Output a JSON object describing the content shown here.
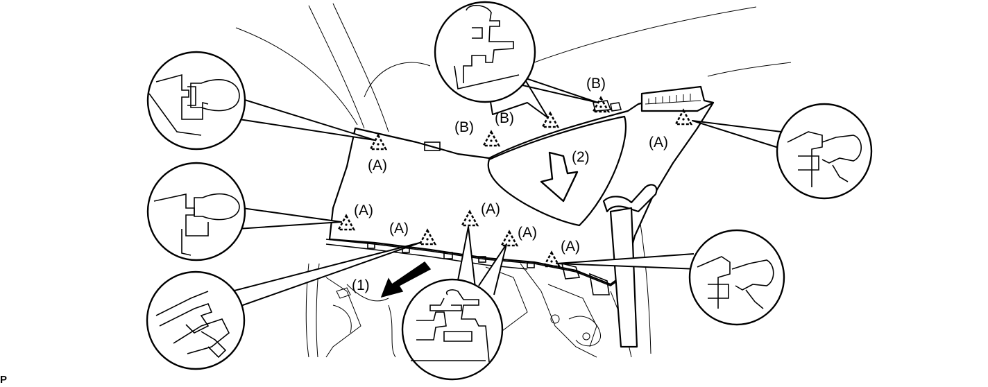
{
  "figure": {
    "code_label": "P"
  },
  "labels": {
    "a1": "(A)",
    "a2": "(A)",
    "a3": "(A)",
    "a4": "(A)",
    "a5": "(A)",
    "a6": "(A)",
    "a7": "(A)",
    "b1": "(B)",
    "b2": "(B)",
    "b3": "(B)",
    "step1": "(1)",
    "step2": "(2)"
  },
  "clip_types": [
    "clip-a",
    "clip-b"
  ],
  "icons": [
    "clip-marker-icon",
    "removal-arrow-icon",
    "press-arrow-icon"
  ]
}
